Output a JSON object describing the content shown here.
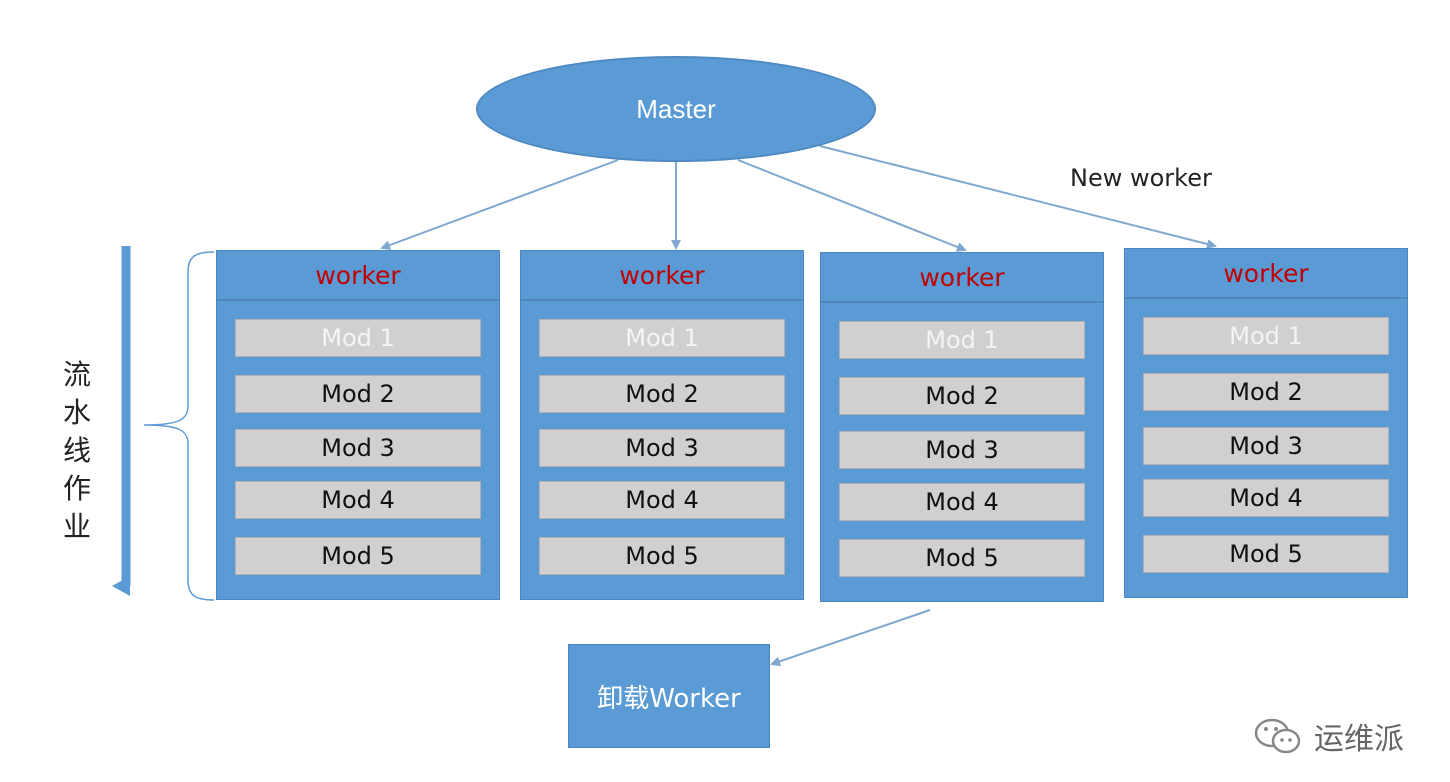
{
  "master": {
    "label": "Master"
  },
  "new_worker_label": "New worker",
  "workers": [
    {
      "title": "worker",
      "mods": [
        "Mod 1",
        "Mod 2",
        "Mod 3",
        "Mod 4",
        "Mod 5"
      ]
    },
    {
      "title": "worker",
      "mods": [
        "Mod 1",
        "Mod 2",
        "Mod 3",
        "Mod 4",
        "Mod 5"
      ]
    },
    {
      "title": "worker",
      "mods": [
        "Mod 1",
        "Mod 2",
        "Mod 3",
        "Mod 4",
        "Mod 5"
      ]
    },
    {
      "title": "worker",
      "mods": [
        "Mod 1",
        "Mod 2",
        "Mod 3",
        "Mod 4",
        "Mod 5"
      ]
    }
  ],
  "pipeline_label": [
    "流",
    "水",
    "线",
    "作",
    "业"
  ],
  "unload_worker": {
    "label": "卸载Worker"
  },
  "watermark": {
    "text": "运维派",
    "icon": "wechat-icon"
  },
  "colors": {
    "box_fill": "#5b9bd5",
    "mod_fill": "#d0d0d0",
    "worker_title": "#c00000",
    "arrow": "#7fa7cf"
  }
}
